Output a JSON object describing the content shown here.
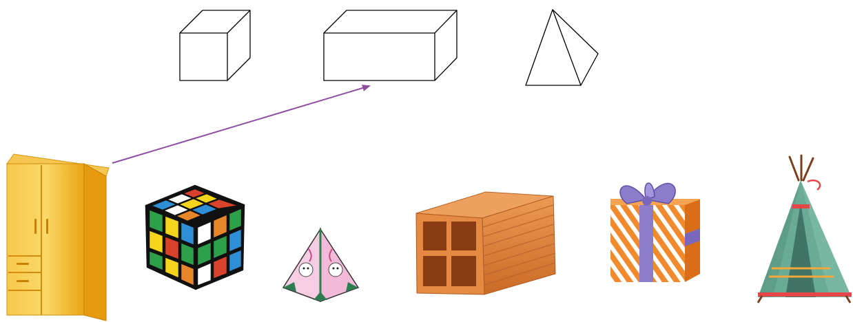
{
  "shapes": [
    {
      "name": "cube",
      "icon": "cube-wireframe-icon"
    },
    {
      "name": "rectangular-prism",
      "icon": "cuboid-wireframe-icon"
    },
    {
      "name": "pyramid",
      "icon": "pyramid-wireframe-icon"
    }
  ],
  "objects": [
    {
      "name": "wardrobe",
      "icon": "wardrobe-icon"
    },
    {
      "name": "rubiks-cube",
      "icon": "rubiks-cube-icon"
    },
    {
      "name": "pyramid-box",
      "icon": "pyramid-box-icon"
    },
    {
      "name": "brick",
      "icon": "hollow-brick-icon"
    },
    {
      "name": "gift-box",
      "icon": "gift-box-icon"
    },
    {
      "name": "tent",
      "icon": "teepee-tent-icon"
    }
  ],
  "arrows": [
    {
      "from": "wardrobe",
      "to": "rectangular-prism",
      "color": "#8e4da3"
    }
  ],
  "colors": {
    "line": "#000000",
    "arrow": "#8e4da3",
    "wood": "#f4b21f",
    "brick": "#e0873e",
    "gift": "#f08a2c",
    "ribbon": "#8c7cc9",
    "tent": "#6fae9a"
  }
}
